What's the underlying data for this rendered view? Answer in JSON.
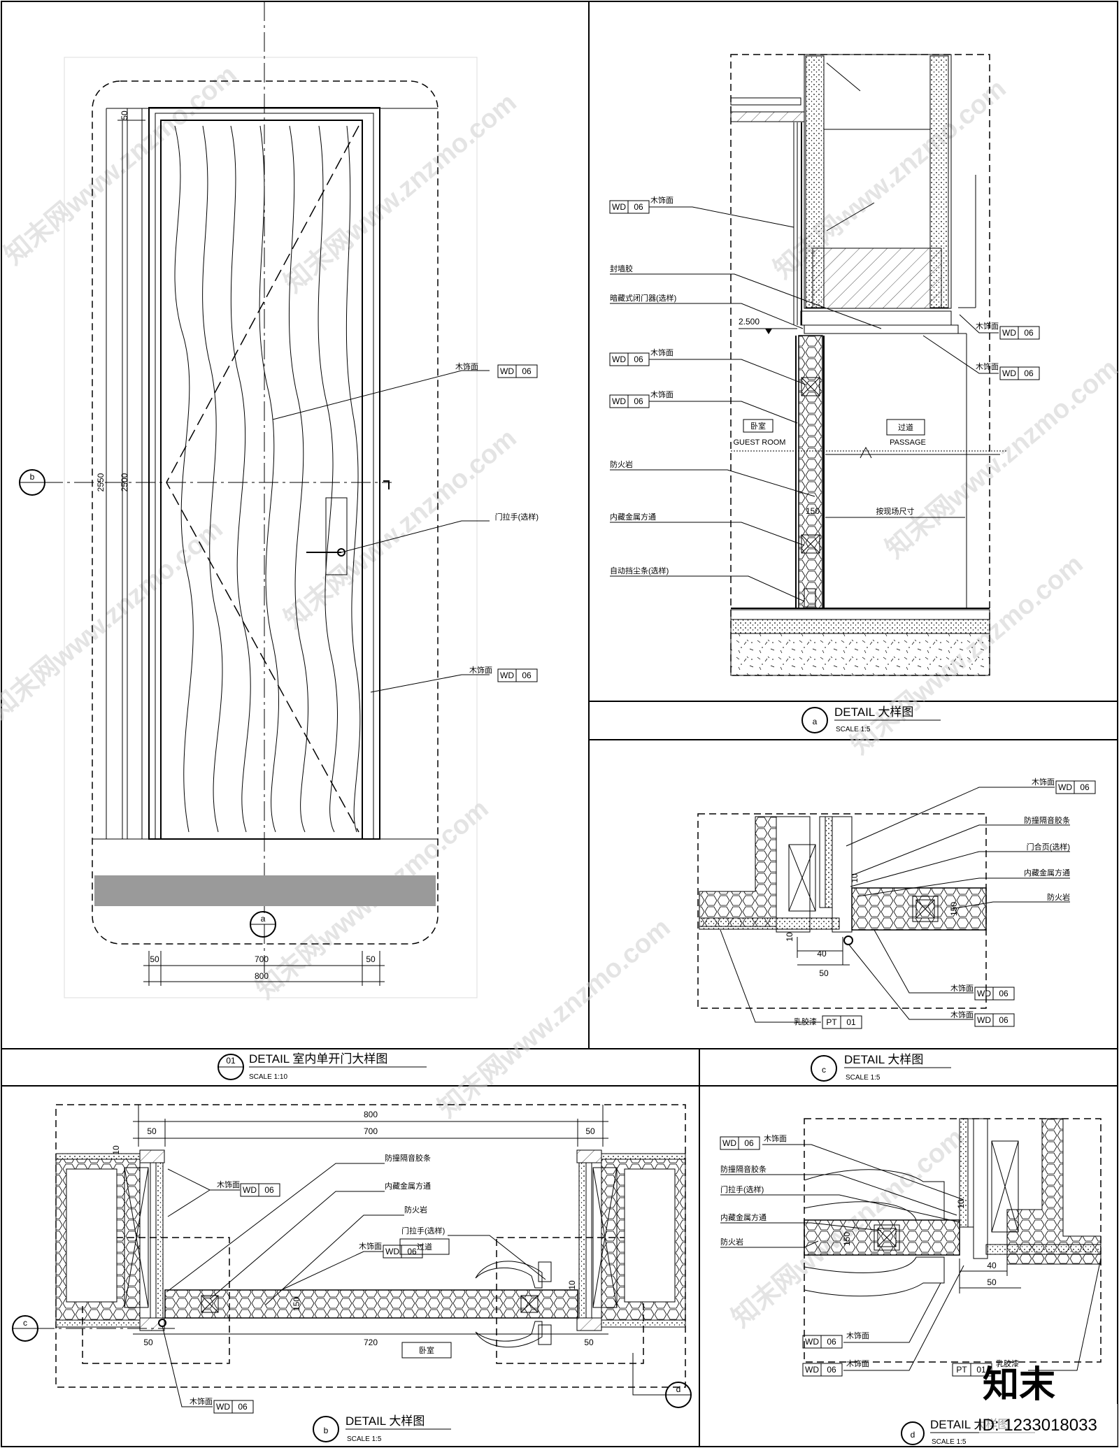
{
  "watermark": {
    "text": "知末网www.znzmo.com",
    "brand": "知末",
    "id": "ID: 1233018033"
  },
  "tag": {
    "code": "WD",
    "num": "06"
  },
  "tag_pt": {
    "code": "PT",
    "num": "01"
  },
  "panel_01": {
    "title_num": "01",
    "title": "DETAIL 室内单开门大样图",
    "scale": "SCALE 1:10",
    "label_wood": "木饰面",
    "label_handle": "门拉手(选样)",
    "section_b": "b",
    "section_a": "a",
    "dims": {
      "d50": "50",
      "d700": "700",
      "d800": "800",
      "h2550": "2550",
      "h2500": "2500",
      "top50": "50"
    }
  },
  "panel_a": {
    "title_letter": "a",
    "title": "DETAIL 大样图",
    "scale": "SCALE 1:5",
    "level": "2.500",
    "room_cn": "卧室",
    "room_en": "GUEST ROOM",
    "passage_cn": "过道",
    "passage_en": "PASSAGE",
    "labels": [
      "木饰面",
      "封墙胶",
      "暗藏式闭门器(选样)",
      "木饰面",
      "木饰面",
      "防火岩",
      "内藏金属方通",
      "自动挡尘条(选样)"
    ],
    "right_labels": [
      "木饰面",
      "木饰面"
    ],
    "dim150": "150",
    "note": "按现场尺寸"
  },
  "panel_c": {
    "title_letter": "c",
    "title": "DETAIL 大样图",
    "scale": "SCALE 1:5",
    "labels": [
      "木饰面",
      "防撞隔音胶条",
      "门合页(选样)",
      "内藏金属方通",
      "防火岩",
      "木饰面",
      "木饰面",
      "乳胶漆"
    ],
    "dims": {
      "d10": "10",
      "d40": "40",
      "d50": "50",
      "d150": "150",
      "d10b": "10"
    }
  },
  "panel_b": {
    "title_letter": "b",
    "title": "DETAIL 大样图",
    "scale": "SCALE 1:5",
    "labels": [
      "木饰面",
      "防撞隔音胶条",
      "内藏金属方通",
      "防火岩",
      "门拉手(选样)",
      "木饰面",
      "木饰面"
    ],
    "room_pass": "过道",
    "room_bed": "卧室",
    "dims": {
      "d800": "800",
      "d700": "700",
      "d50a": "50",
      "d50b": "50",
      "d720": "720",
      "d50c": "50",
      "d50d": "50",
      "d10": "10",
      "d150": "150",
      "d10b": "10"
    },
    "section_c": "c",
    "section_d": "d"
  },
  "panel_d": {
    "title_letter": "d",
    "title": "DETAIL 大样图",
    "scale": "SCALE 1:5",
    "labels": [
      "木饰面",
      "防撞隔音胶条",
      "门拉手(选样)",
      "内藏金属方通",
      "防火岩",
      "木饰面",
      "木饰面",
      "乳胶漆"
    ],
    "dims": {
      "d10": "10",
      "d150": "150",
      "d40": "40",
      "d50": "50"
    }
  }
}
